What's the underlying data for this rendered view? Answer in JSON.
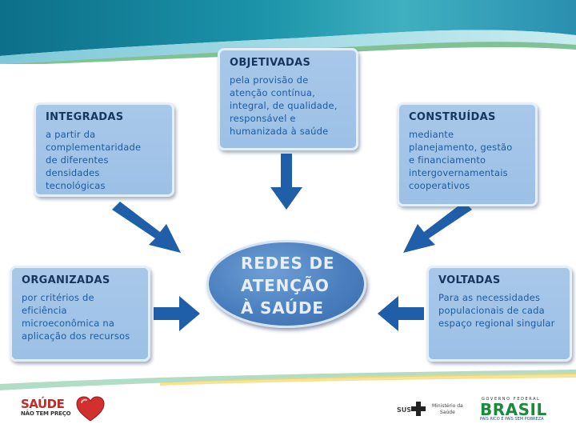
{
  "diagram": {
    "boxes": {
      "integradas": {
        "title": "INTEGRADAS",
        "lines": [
          "a partir da",
          "complementaridade",
          "de diferentes",
          "densidades",
          "tecnológicas"
        ]
      },
      "objetivadas": {
        "title": "OBJETIVADAS",
        "lines": [
          "pela provisão de",
          "atenção contínua,",
          "integral, de qualidade,",
          "responsável e",
          "humanizada à saúde"
        ]
      },
      "construidas": {
        "title": "CONSTRUÍDAS",
        "lines": [
          "mediante",
          "planejamento, gestão",
          "e financiamento",
          "intergovernamentais",
          "cooperativos"
        ]
      },
      "organizadas": {
        "title": "ORGANIZADAS",
        "lines": [
          "por critérios de",
          "eficiência",
          "microeconômica na",
          "aplicação dos recursos"
        ]
      },
      "voltadas": {
        "title": "VOLTADAS",
        "lines": [
          "Para as necessidades",
          "populacionais de cada",
          "espaço regional singular"
        ]
      }
    },
    "center": {
      "lines": [
        "REDES DE",
        "ATENÇÃO",
        "À SAÚDE"
      ]
    },
    "colors": {
      "box_fill": "#a8c8ea",
      "box_title": "#17365f",
      "box_text": "#1e5aa0",
      "center_fill": "#4a7fbf",
      "arrow": "#1f5ea8"
    }
  },
  "footer": {
    "saude_logo": {
      "word": "SAÚDE",
      "tagline": "NÃO TEM PREÇO",
      "icon": "heart-icon"
    },
    "sus_logo": {
      "word": "SUS",
      "ministry_line1": "Ministério da",
      "ministry_line2": "Saúde"
    },
    "brasil_logo": {
      "top": "GOVERNO FEDERAL",
      "word": "BRASIL",
      "tagline": "PAÍS RICO É PAÍS SEM POBREZA"
    }
  }
}
